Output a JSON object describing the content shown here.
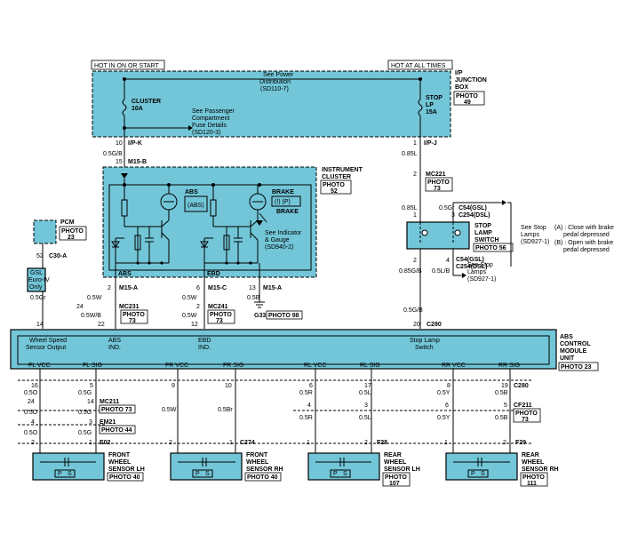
{
  "header": {
    "hot_left": "HOT IN ON OR START",
    "hot_right": "HOT AT ALL TIMES"
  },
  "ip_box": {
    "title": "I/P JUNCTION BOX",
    "photo": "PHOTO 49",
    "power_dist": "See Power Distribution (SD110-7)",
    "fuse_cluster": "CLUSTER 10A",
    "fuse_stop": "STOP LP 15A",
    "passenger": "See Passenger Compartment Fuse Details (SD120-3)"
  },
  "cluster": {
    "title": "INSTRUMENT CLUSTER",
    "photo": "PHOTO 52",
    "abs_lamp": "ABS",
    "abs_glyph": "(ABS)",
    "brake_lamp": "BRAKE",
    "brake_glyph": "(!) (P)",
    "see_indicator": "See Indicator & Gauge (SD940-2)",
    "abs_label": "ABS",
    "ebd_label": "EBD"
  },
  "pcm": {
    "title": "PCM",
    "photo": "PHOTO 23",
    "gsl": "GSL Euro-IV Only",
    "pin": "52",
    "conn": "C30-A"
  },
  "stop_switch": {
    "title": "STOP LAMP SWITCH",
    "photo": "PHOTO 56",
    "conn1": "C54(GSL)",
    "conn1b": "C254(DSL)",
    "conn2": "C54(GSL)",
    "conn2b": "C254(DSL)",
    "see_stop": "See Stop Lamps (SD927-1)",
    "see_stop2": "See Stop Lamps (SD927-1)",
    "legend_a": "Close with brake pedal depressed",
    "legend_b": "Open with brake pedal depressed"
  },
  "abs_unit": {
    "title": "ABS CONTROL MODULE UNIT",
    "photo": "PHOTO 23",
    "conn": "C280",
    "wheel_speed": "Wheel Speed Sensor Output",
    "abs_ind": "ABS IND.",
    "ebd_ind": "EBD IND.",
    "stop_sw": "Stop Lamp Switch",
    "pins_bottom": [
      "FL VCC",
      "FL SIG",
      "FR VCC",
      "FR SIG",
      "RL VCC",
      "RL SIG",
      "RR VCC",
      "RR SIG"
    ]
  },
  "wires": {
    "ipk": "10 I/P-K",
    "ipj": "1 I/P-J",
    "w05gb": "0.5G/B",
    "m15b": "15  M15-B",
    "w085l": "0.85L",
    "mc221": "MC221",
    "mc221_photo": "PHOTO 73",
    "m15a": "M15-A",
    "m15c": "M15-C",
    "m15a2": "M15-A",
    "w05w": "0.5W",
    "w05wb": "0.5W/B",
    "w05gr": "0.5Gr",
    "w05b": "0.5B",
    "mc231": "MC231",
    "mc231_photo": "PHOTO 73",
    "mc241": "MC241",
    "mc241_photo": "PHOTO 73",
    "g33": "G33",
    "g33_photo": "PHOTO 98",
    "w05gb2": "0.5G/B",
    "w085gb": "0.85G/B",
    "w05lb": "0.5L/B",
    "mc211": "MC211",
    "mc211_photo": "PHOTO 73",
    "em21": "EM21",
    "em21_photo": "PHOTO 44",
    "cf211": "CF211",
    "cf211_photo": "PHOTO 73",
    "e02": "E02",
    "c274": "C274",
    "f28": "F28",
    "f29": "F29",
    "c280b": "C280"
  },
  "sensors": [
    {
      "title": "FRONT WHEEL SENSOR LH",
      "photo": "PHOTO 40"
    },
    {
      "title": "FRONT WHEEL SENSOR RH",
      "photo": "PHOTO 40"
    },
    {
      "title": "REAR WHEEL SENSOR LH",
      "photo": "PHOTO 107"
    },
    {
      "title": "REAR WHEEL SENSOR RH",
      "photo": "PHOTO 111"
    }
  ],
  "colors": {
    "box": "#72c6d8"
  }
}
